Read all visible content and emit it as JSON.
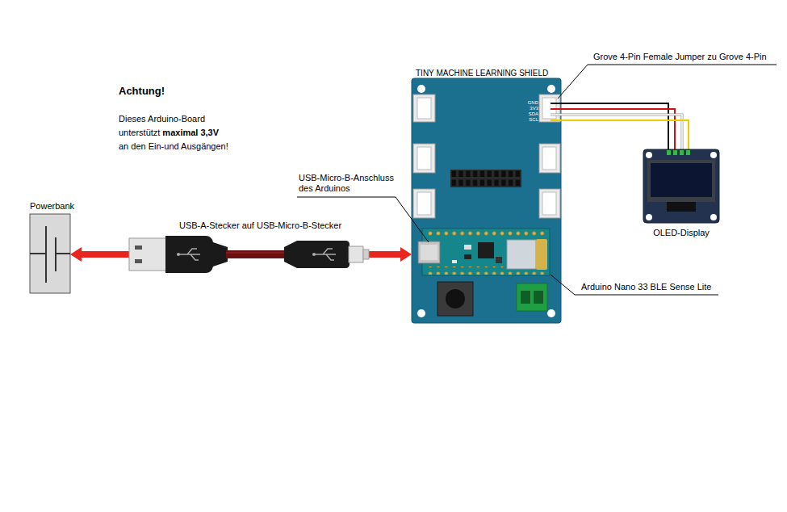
{
  "diagram": {
    "nodes": [
      {
        "text": [
          "Powerbank"
        ]
      },
      {
        "text": [
          "TINY MACHINE LEARNING SHIELD"
        ]
      },
      {
        "text": [
          "OLED-Display"
        ]
      }
    ],
    "edges": [
      {
        "from": 0,
        "to": 1,
        "arrow": "both",
        "label": "USB-A-Stecker auf USB-Micro-B-Stecker"
      },
      {
        "from": 1,
        "to": 2,
        "arrow": "none"
      }
    ],
    "labels": [
      "Achtung!",
      "Dieses Arduino-Board",
      "unterstützt",
      "maximal 3,3V",
      "an den Ein-und Ausgängen!",
      "Grove 4-Pin Female Jumper zu Grove 4-Pin",
      "USB-Micro-B-Anschluss des Arduinos",
      "Arduino Nano 33 BLE Sense Lite",
      "GND",
      "3V3",
      "SDA",
      "SCL"
    ]
  }
}
